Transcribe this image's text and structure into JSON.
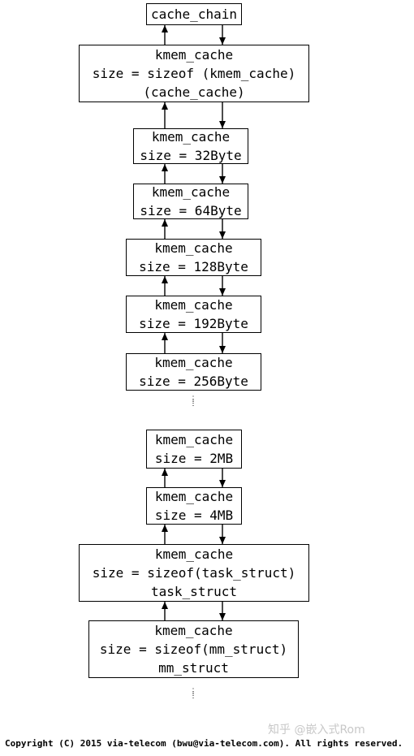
{
  "nodes": [
    {
      "lines": [
        "cache_chain"
      ]
    },
    {
      "lines": [
        "kmem_cache",
        "size = sizeof (kmem_cache)",
        "(cache_cache)"
      ]
    },
    {
      "lines": [
        "kmem_cache",
        "size = 32Byte"
      ]
    },
    {
      "lines": [
        "kmem_cache",
        "size = 64Byte"
      ]
    },
    {
      "lines": [
        "kmem_cache",
        "size = 128Byte"
      ]
    },
    {
      "lines": [
        "kmem_cache",
        "size = 192Byte"
      ]
    },
    {
      "lines": [
        "kmem_cache",
        "size = 256Byte"
      ]
    },
    {
      "lines": [
        "kmem_cache",
        "size = 2MB"
      ]
    },
    {
      "lines": [
        "kmem_cache",
        "size = 4MB"
      ]
    },
    {
      "lines": [
        "kmem_cache",
        "size = sizeof(task_struct)",
        "task_struct"
      ]
    },
    {
      "lines": [
        "kmem_cache",
        "size = sizeof(mm_struct)",
        "mm_struct"
      ]
    }
  ],
  "gap_indicator": "⋮",
  "footer": "Copyright (C) 2015 via-telecom (bwu@via-telecom.com). All rights reserved.",
  "watermark": "知乎 @嵌入式Rom",
  "colors": {
    "line": "#000000",
    "background": "#ffffff"
  }
}
